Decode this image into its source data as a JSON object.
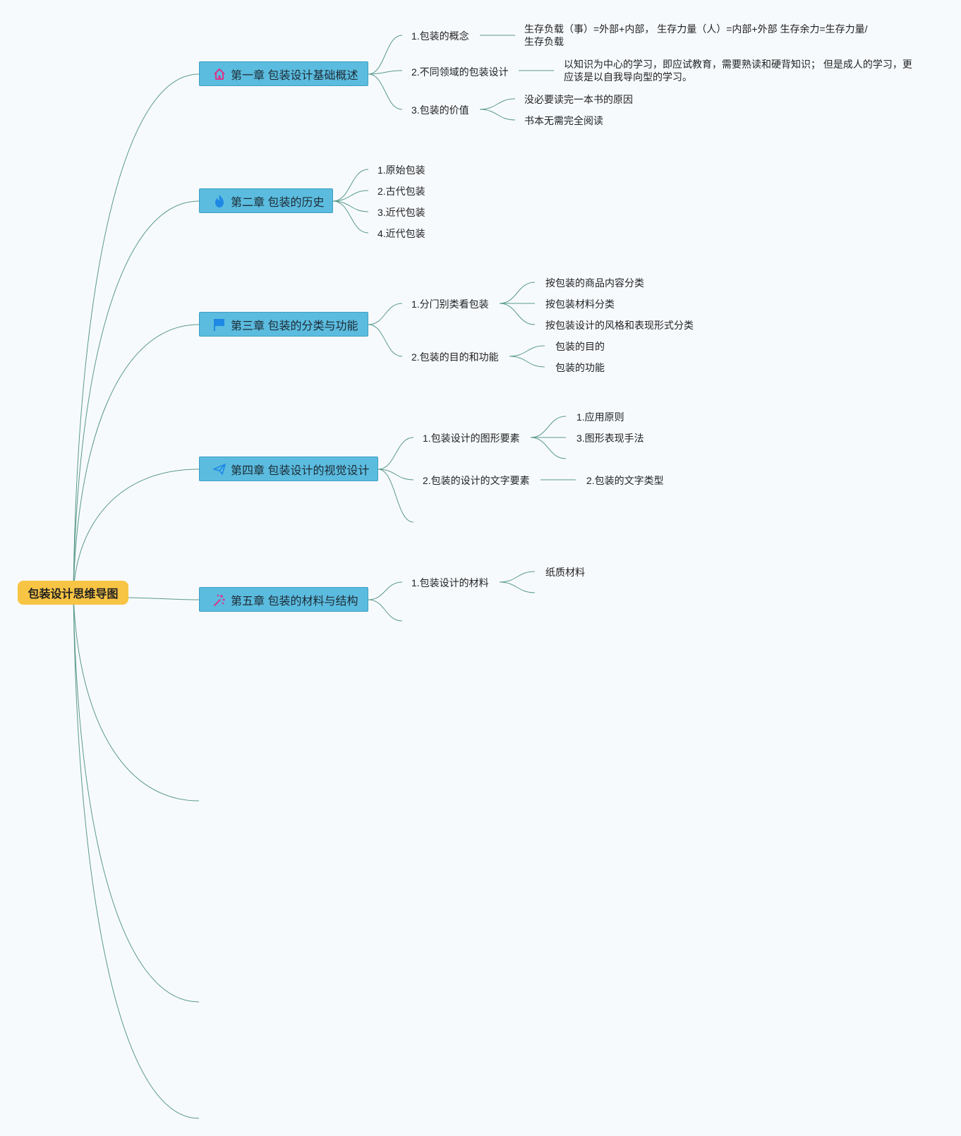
{
  "root": {
    "label": "包装设计思维导图"
  },
  "chapters": [
    {
      "label": "第一章 包装设计基础概述",
      "icon": "home-icon",
      "children": [
        {
          "label": "1.包装的概念",
          "children": [
            {
              "label": "生存负载（事）=外部+内部， 生存力量（人）=内部+外部 生存余力=生存力量/生存负载"
            }
          ]
        },
        {
          "label": "2.不同领域的包装设计",
          "children": [
            {
              "label": "以知识为中心的学习，即应试教育，需要熟读和硬背知识； 但是成人的学习，更应该是以自我导向型的学习。"
            }
          ]
        },
        {
          "label": "3.包装的价值",
          "children": [
            {
              "label": "没必要读完一本书的原因"
            },
            {
              "label": "书本无需完全阅读"
            }
          ]
        }
      ]
    },
    {
      "label": "第二章 包装的历史",
      "icon": "fire-icon",
      "children": [
        {
          "label": "1.原始包装"
        },
        {
          "label": "2.古代包装"
        },
        {
          "label": "3.近代包装"
        },
        {
          "label": "4.近代包装"
        }
      ]
    },
    {
      "label": "第三章 包装的分类与功能",
      "icon": "flag-icon",
      "children": [
        {
          "label": "1.分门别类看包装",
          "children": [
            {
              "label": "按包装的商品内容分类"
            },
            {
              "label": "按包装材料分类"
            },
            {
              "label": "按包装设计的风格和表现形式分类"
            }
          ]
        },
        {
          "label": "2.包装的目的和功能",
          "children": [
            {
              "label": "包装的目的"
            },
            {
              "label": "包装的功能"
            }
          ]
        }
      ]
    },
    {
      "label": "第四章 包装设计的视觉设计",
      "icon": "paper-plane-icon",
      "children": [
        {
          "label": "1.包装设计的图形要素",
          "children": [
            {
              "label": "1.应用原则"
            },
            {
              "label": "3.图形表现手法"
            }
          ]
        },
        {
          "label": "2.包装的设计的文字要素",
          "children": [
            {
              "label": "2.包装的文字类型"
            }
          ]
        }
      ]
    },
    {
      "label": "第五章 包装的材料与结构",
      "icon": "sparkle-wand-icon",
      "children": [
        {
          "label": "1.包装设计的材料",
          "children": [
            {
              "label": "纸质材料"
            }
          ]
        }
      ]
    }
  ],
  "colors": {
    "root_fill": "#f7c444",
    "chapter_fill": "#5bbcdf",
    "link_stroke": "#5a9a8a",
    "background": "#f7fafd"
  }
}
